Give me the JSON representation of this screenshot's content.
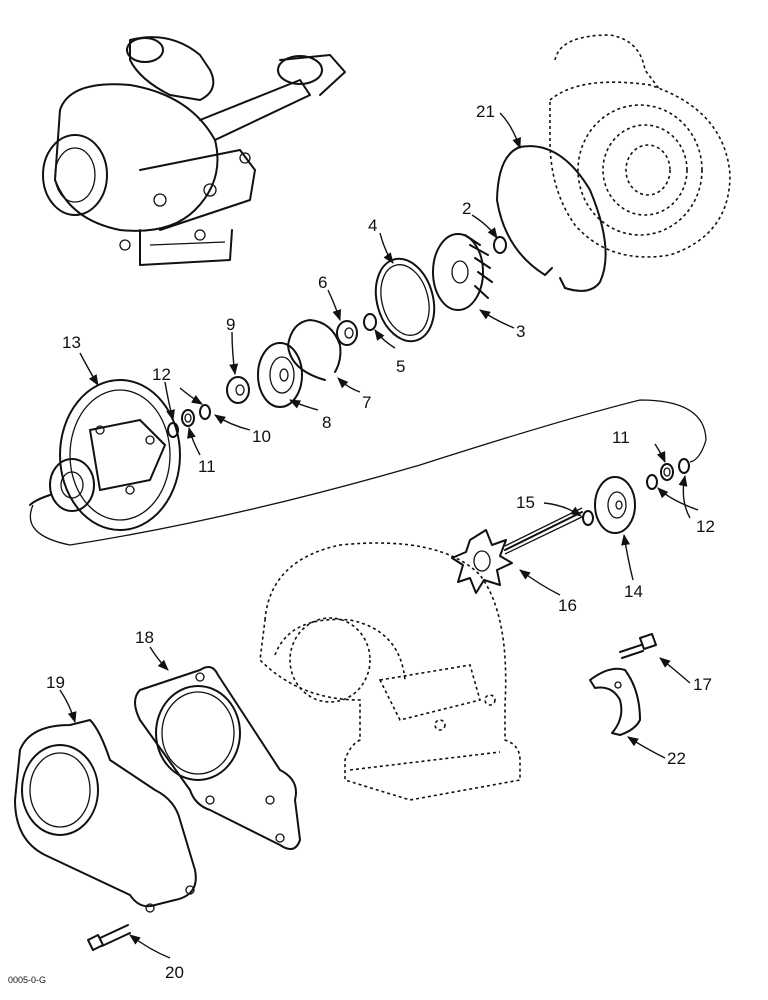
{
  "figure_code": "0005-0-G",
  "callouts": {
    "c2": "2",
    "c3": "3",
    "c4": "4",
    "c5": "5",
    "c6": "6",
    "c7": "7",
    "c8": "8",
    "c9": "9",
    "c10": "10",
    "c11a": "11",
    "c11b": "11",
    "c12a": "12",
    "c12b": "12",
    "c13": "13",
    "c14": "14",
    "c15": "15",
    "c16": "16",
    "c17": "17",
    "c18": "18",
    "c19": "19",
    "c20": "20",
    "c21": "21",
    "c22": "22"
  }
}
